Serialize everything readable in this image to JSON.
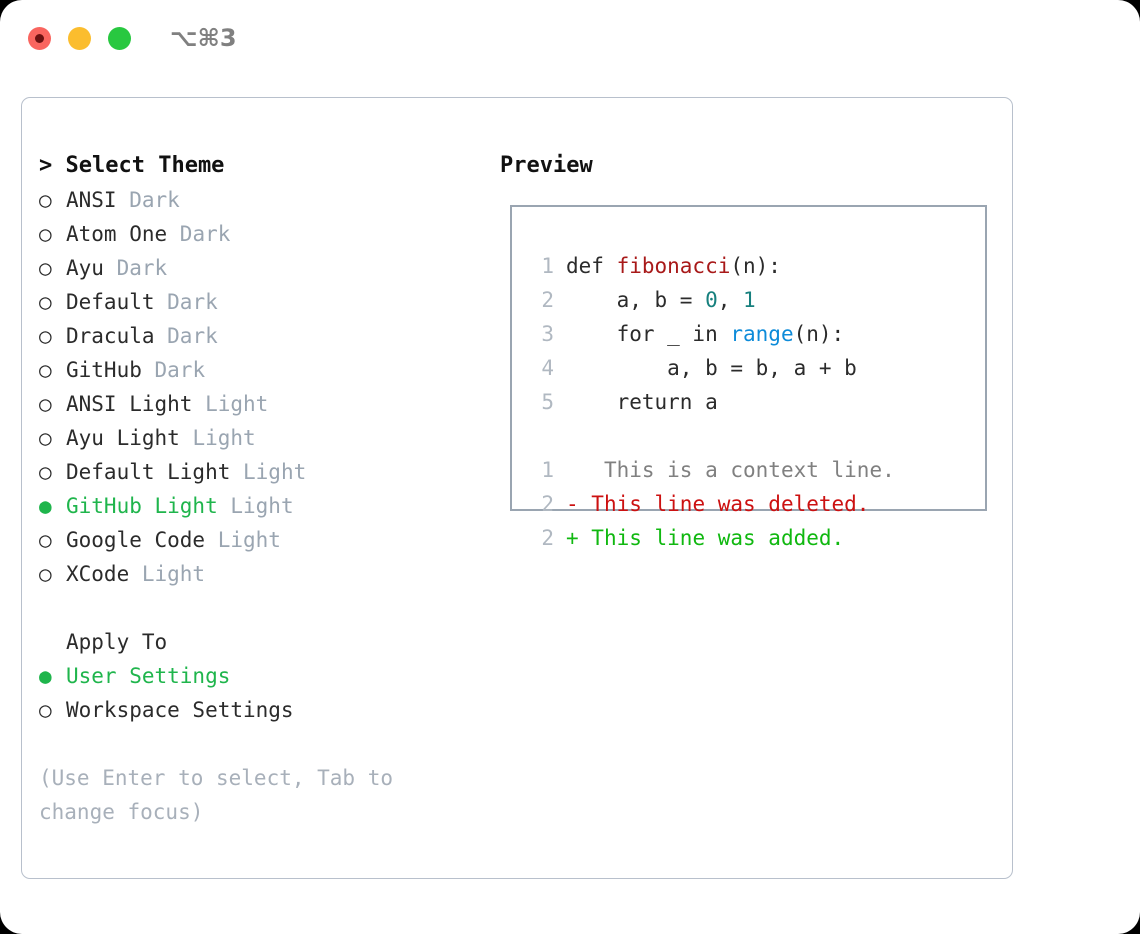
{
  "titlebar": {
    "shortcut": "⌥⌘3",
    "buttons": {
      "close": "close",
      "minimize": "minimize",
      "maximize": "maximize"
    }
  },
  "theme_picker": {
    "header": "> Select Theme",
    "bullet_unselected": "○",
    "bullet_selected": "●",
    "items": [
      {
        "name": "ANSI",
        "variant": "Dark",
        "selected": false
      },
      {
        "name": "Atom One",
        "variant": "Dark",
        "selected": false
      },
      {
        "name": "Ayu",
        "variant": "Dark",
        "selected": false
      },
      {
        "name": "Default",
        "variant": "Dark",
        "selected": false
      },
      {
        "name": "Dracula",
        "variant": "Dark",
        "selected": false
      },
      {
        "name": "GitHub",
        "variant": "Dark",
        "selected": false
      },
      {
        "name": "ANSI Light",
        "variant": "Light",
        "selected": false
      },
      {
        "name": "Ayu Light",
        "variant": "Light",
        "selected": false
      },
      {
        "name": "Default Light",
        "variant": "Light",
        "selected": false
      },
      {
        "name": "GitHub Light",
        "variant": "Light",
        "selected": true
      },
      {
        "name": "Google Code",
        "variant": "Light",
        "selected": false
      },
      {
        "name": "XCode",
        "variant": "Light",
        "selected": false
      }
    ]
  },
  "apply_to": {
    "header": "Apply To",
    "options": [
      {
        "label": "User Settings",
        "selected": true
      },
      {
        "label": "Workspace Settings",
        "selected": false
      }
    ]
  },
  "hint": "(Use Enter to select, Tab to change focus)",
  "preview": {
    "title": "Preview",
    "code_lines": [
      {
        "num": "1",
        "tokens": [
          {
            "text": "def ",
            "type": "plain"
          },
          {
            "text": "fibonacci",
            "type": "func"
          },
          {
            "text": "(n):",
            "type": "plain"
          }
        ]
      },
      {
        "num": "2",
        "tokens": [
          {
            "text": "    a, b = ",
            "type": "plain"
          },
          {
            "text": "0",
            "type": "num"
          },
          {
            "text": ", ",
            "type": "plain"
          },
          {
            "text": "1",
            "type": "num"
          }
        ]
      },
      {
        "num": "3",
        "tokens": [
          {
            "text": "    for _ in ",
            "type": "plain"
          },
          {
            "text": "range",
            "type": "builtin"
          },
          {
            "text": "(n):",
            "type": "plain"
          }
        ]
      },
      {
        "num": "4",
        "tokens": [
          {
            "text": "        a, b = b, a + b",
            "type": "plain"
          }
        ]
      },
      {
        "num": "5",
        "tokens": [
          {
            "text": "    return a",
            "type": "plain"
          }
        ]
      }
    ],
    "diff_lines": [
      {
        "num": "1",
        "marker": " ",
        "text": "  This is a context line.",
        "type": "ctx"
      },
      {
        "num": "2",
        "marker": "-",
        "text": " This line was deleted.",
        "type": "del"
      },
      {
        "num": "2",
        "marker": "+",
        "text": " This line was added.",
        "type": "add"
      }
    ]
  },
  "colors": {
    "accent_green": "#1fb54c",
    "muted": "#9aa5b1",
    "func_red": "#a81919",
    "number_teal": "#17807e",
    "builtin_blue": "#0d8bd9",
    "diff_add": "#10b810",
    "diff_del": "#cc1111",
    "border": "#9aa5b1",
    "panel_border": "#b8c0cc"
  }
}
